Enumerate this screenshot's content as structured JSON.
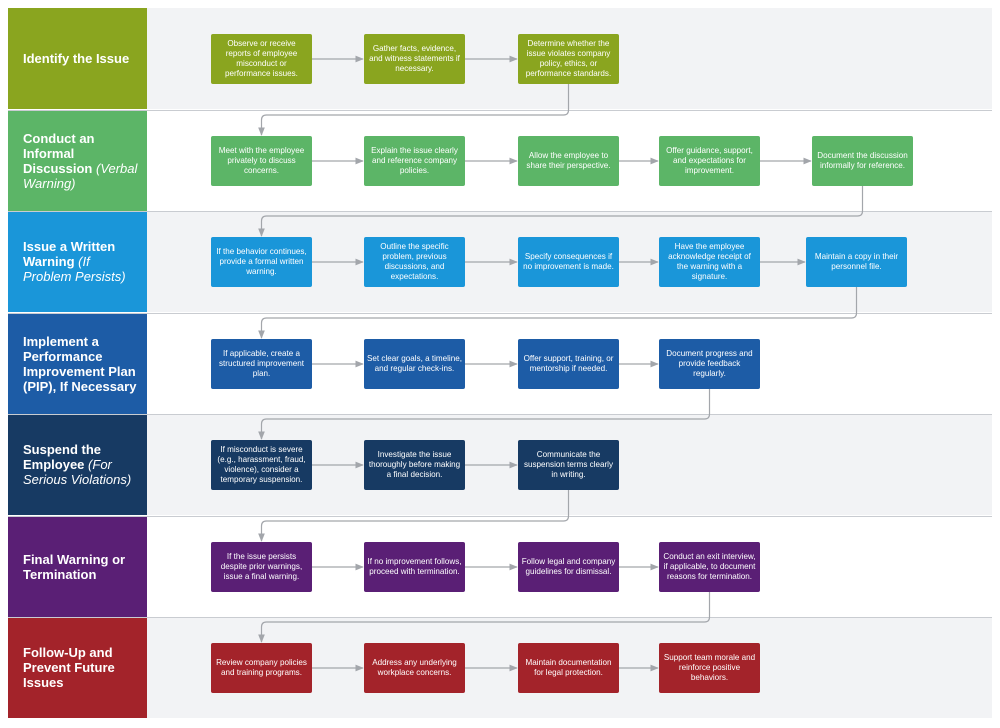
{
  "lanes": [
    {
      "title": "Identify the Issue",
      "subtitle": "",
      "color": "#8aa51f",
      "steps": [
        "Observe or receive reports of employee misconduct or performance issues.",
        "Gather facts, evidence, and witness statements if necessary.",
        "Determine whether the issue violates company policy, ethics, or performance standards."
      ]
    },
    {
      "title": "Conduct an Informal Discussion",
      "subtitle": "(Verbal Warning)",
      "color": "#5cb567",
      "steps": [
        "Meet with the employee privately to discuss concerns.",
        "Explain the issue clearly and reference company policies.",
        "Allow the employee to share their perspective.",
        "Offer guidance, support, and expectations for improvement.",
        "Document the discussion informally for reference."
      ]
    },
    {
      "title": "Issue a Written Warning",
      "subtitle": "(If Problem Persists)",
      "color": "#1a96d9",
      "steps": [
        "If the behavior continues, provide a formal written warning.",
        "Outline the specific problem, previous discussions, and expectations.",
        "Specify consequences if no improvement is made.",
        "Have the employee acknowledge receipt of the warning with a signature.",
        "Maintain a copy in their personnel file."
      ]
    },
    {
      "title": "Implement a Performance Improvement Plan (PIP), If Necessary",
      "subtitle": "",
      "color": "#1d5ca6",
      "steps": [
        "If applicable, create a structured improvement plan.",
        "Set clear goals, a timeline, and regular check-ins.",
        "Offer support, training, or mentorship if needed.",
        "Document progress and provide feedback regularly."
      ]
    },
    {
      "title": "Suspend the Employee",
      "subtitle": "(For Serious Violations)",
      "color": "#173a63",
      "steps": [
        "If misconduct is severe (e.g., harassment, fraud, violence), consider a temporary suspension.",
        "Investigate the issue thoroughly before making a final decision.",
        "Communicate the suspension terms clearly in writing."
      ]
    },
    {
      "title": "Final Warning or Termination",
      "subtitle": "",
      "color": "#5a1f75",
      "steps": [
        "If the issue persists despite prior warnings, issue a final warning.",
        "If no improvement follows, proceed with termination.",
        "Follow legal and company guidelines for dismissal.",
        "Conduct an exit interview, if applicable, to document reasons for termination."
      ]
    },
    {
      "title": "Follow-Up and Prevent Future Issues",
      "subtitle": "",
      "color": "#a3232a",
      "steps": [
        "Review company policies and training programs.",
        "Address any underlying workplace concerns.",
        "Maintain documentation for legal protection.",
        "Support team morale and reinforce positive behaviors."
      ]
    }
  ],
  "colors": {
    "connector": "#a3a6ab",
    "separator": "#c9ccd1",
    "lane_alt_bg": "#f2f3f5"
  }
}
